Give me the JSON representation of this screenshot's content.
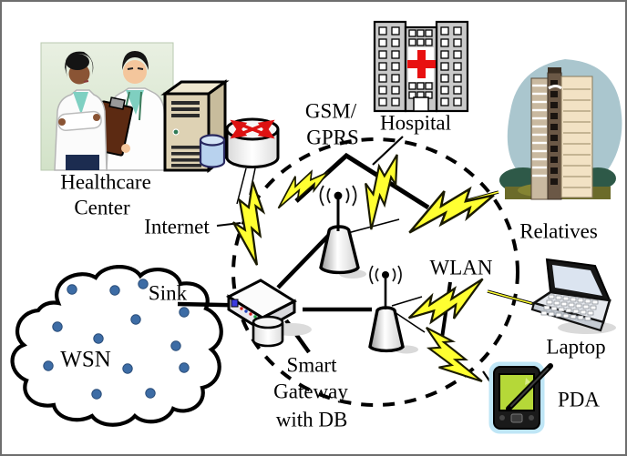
{
  "diagram": {
    "title_hint": "Wireless sensor network healthcare architecture diagram",
    "labels": {
      "healthcare": [
        "Healthcare",
        "Center"
      ],
      "internet": "Internet",
      "gsm": [
        "GSM/",
        "GPRS"
      ],
      "hospital": "Hospital",
      "relatives": "Relatives",
      "wlan": "WLAN",
      "laptop": "Laptop",
      "pda": "PDA",
      "sink": "Sink",
      "wsn": "WSN",
      "gateway": [
        "Smart",
        "Gateway",
        "with DB"
      ]
    },
    "icons": [
      "healthcare-photo",
      "server-icon",
      "database-cylinder-icon",
      "router-icon",
      "hospital-icon",
      "apartment-building-icon",
      "laptop-icon",
      "pda-icon",
      "gsm-antenna-icon",
      "wlan-antenna-icon",
      "smart-gateway-icon",
      "wsn-cloud-icon",
      "sensor-node-icon",
      "lightning-bolt-icon"
    ],
    "sensor_node_count": 13,
    "colors": {
      "bolt_fill": "#ffff31",
      "sensor_node": "#3d6ca5",
      "hospital_cross": "#e81010",
      "router_arrows": "#dd1111",
      "pda_screen": "#b5d838",
      "people_bg": "#dfe9d8",
      "relatives_backdrop": "#aac6ce",
      "line_color": "#000000"
    }
  }
}
